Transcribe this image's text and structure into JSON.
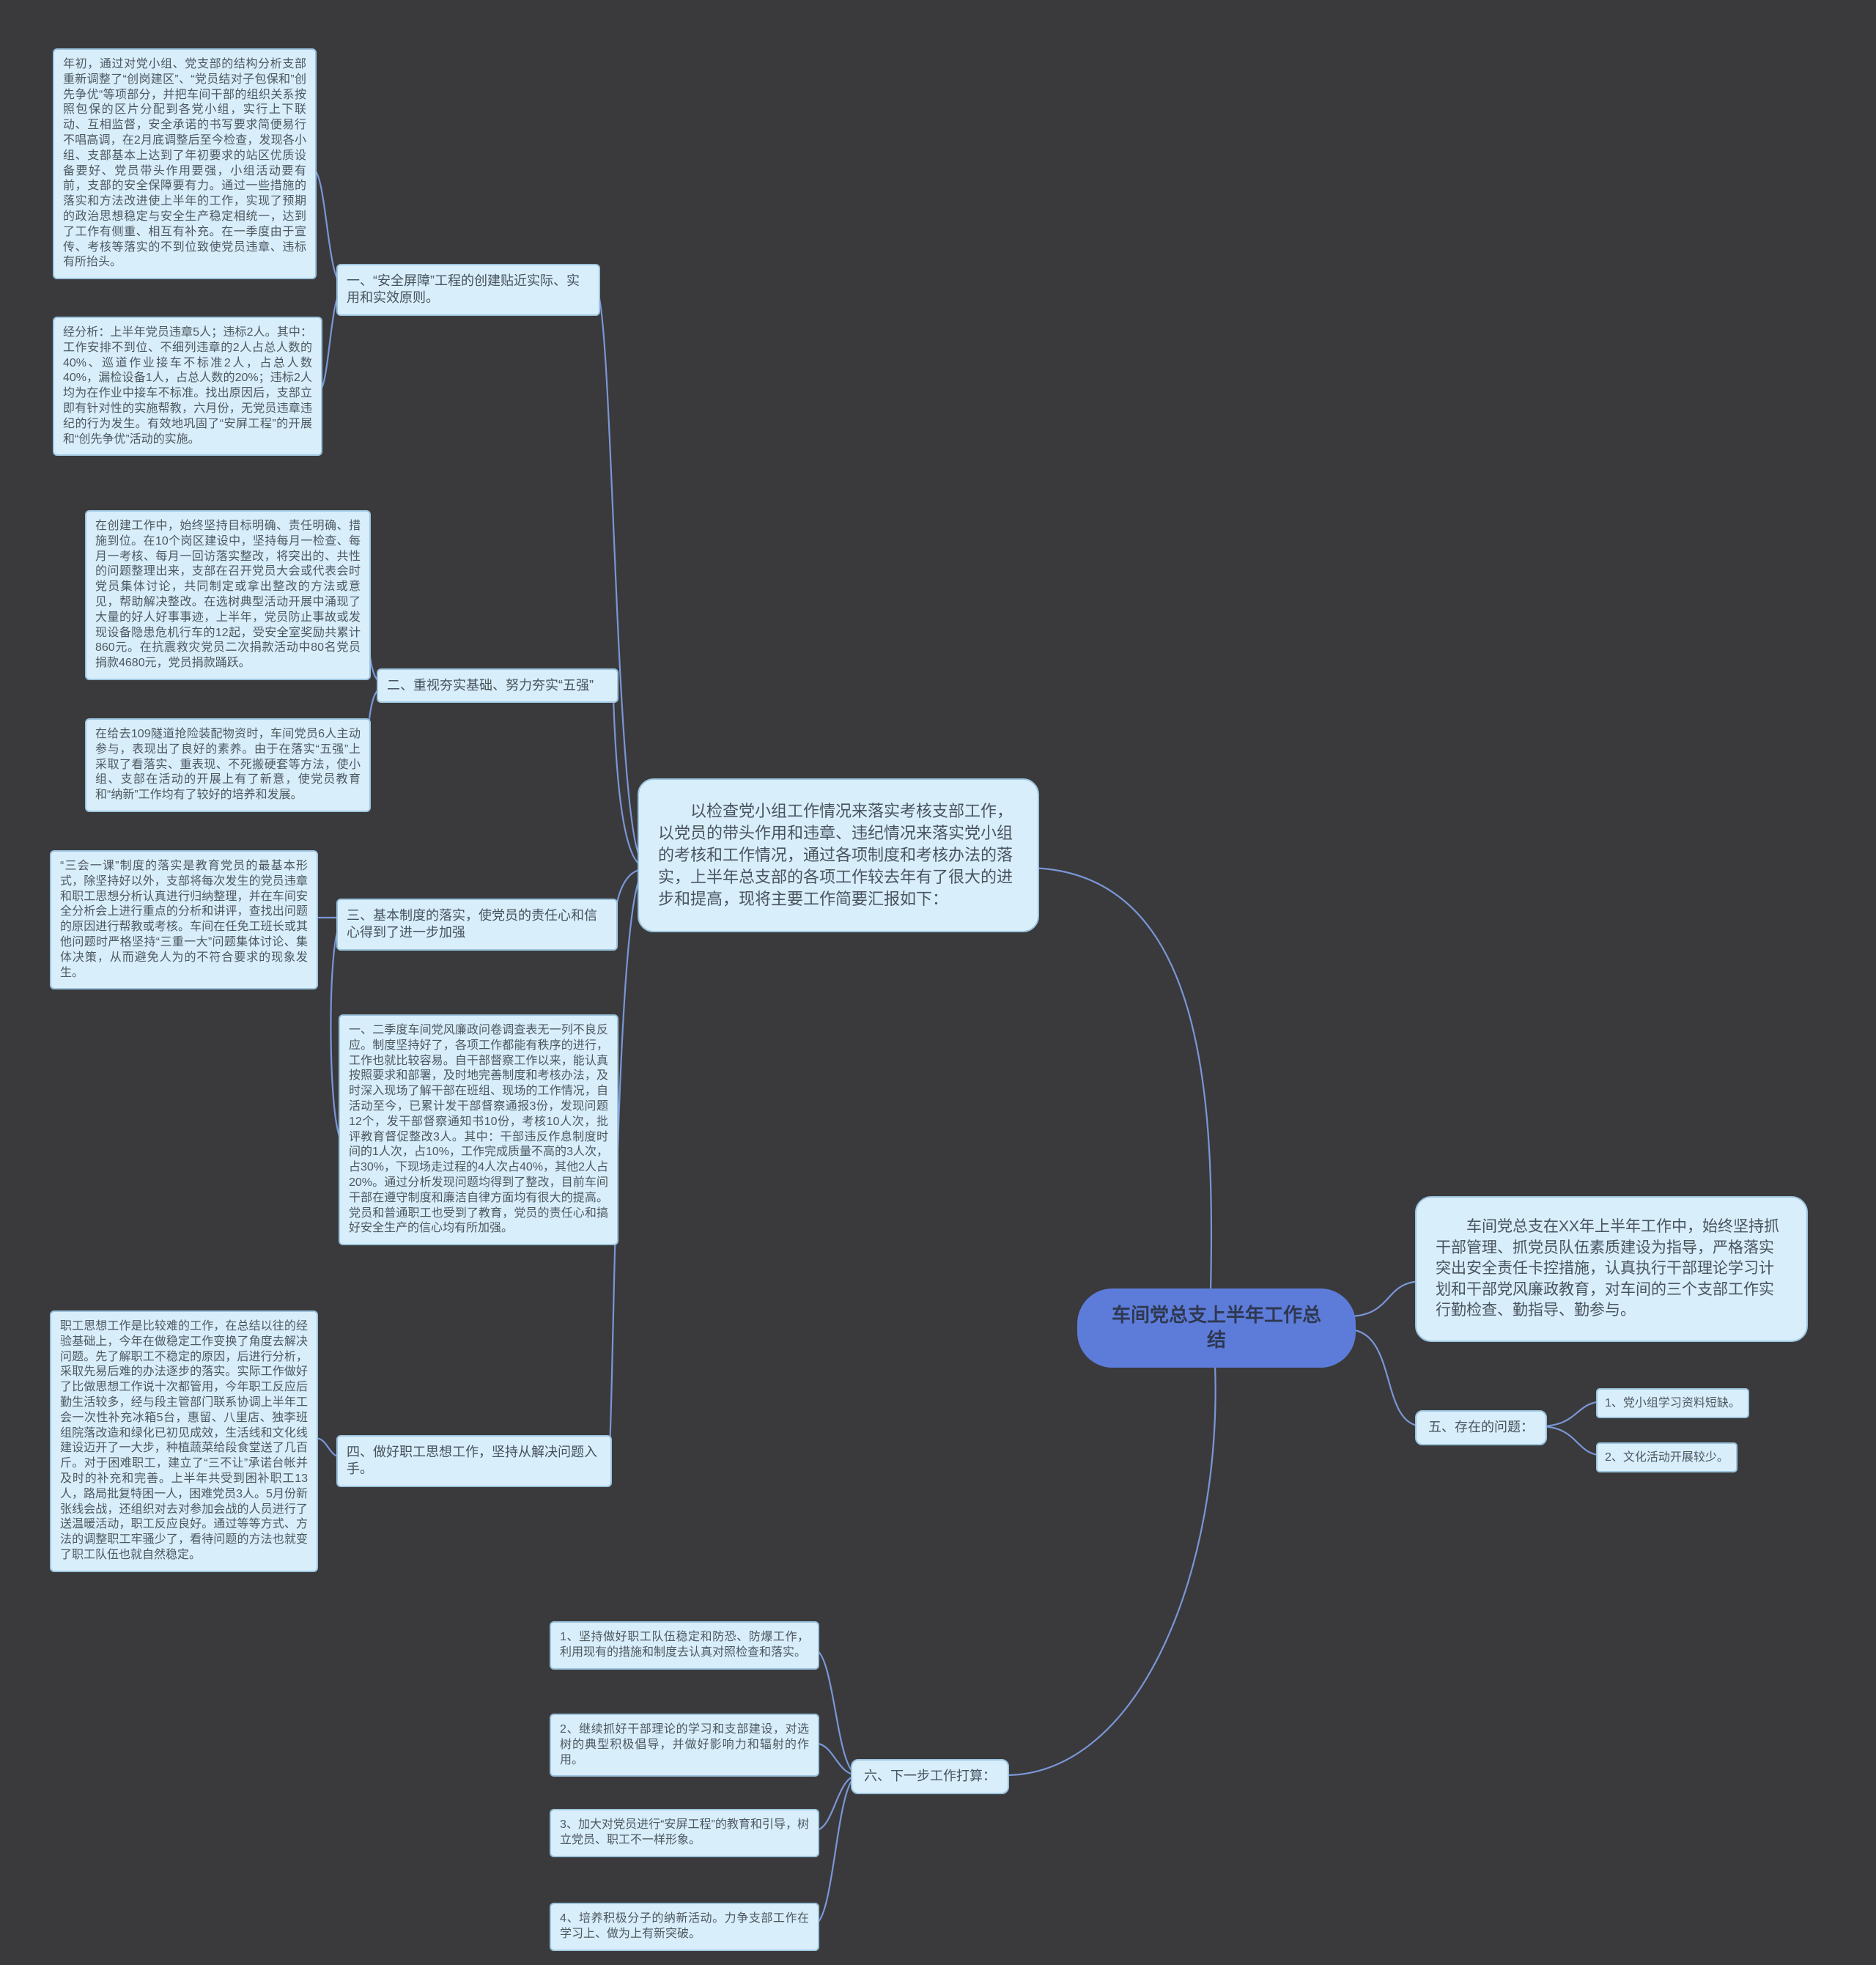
{
  "canvas": {
    "background": "#3a3a3c",
    "connector_color": "#7a96d6",
    "node_fill": "#d8eefb",
    "node_border": "#9cc4de",
    "central_fill": "#5d7cda"
  },
  "central": {
    "title": "车间党总支上半年工作总结"
  },
  "intro": {
    "text": "以检查党小组工作情况来落实考核支部工作，以党员的带头作用和违章、违纪情况来落实党小组的考核和工作情况，通过各项制度和考核办法的落实，上半年总支部的各项工作较去年有了很大的进步和提高，现将主要工作简要汇报如下："
  },
  "overview": {
    "text": "车间党总支在XX年上半年工作中，始终坚持抓干部管理、抓党员队伍素质建设为指导，严格落实突出安全责任卡控措施，认真执行干部理论学习计划和干部党风廉政教育，对车间的三个支部工作实行勤检查、勤指导、勤参与。"
  },
  "sections": [
    {
      "label": "一、“安全屏障”工程的创建贴近实际、实用和实效原则。",
      "children": [
        "年初，通过对党小组、党支部的结构分析支部重新调整了“创岗建区”、“党员结对子包保和”创先争优“等项部分，并把车间干部的组织关系按照包保的区片分配到各党小组，实行上下联动、互相监督，安全承诺的书写要求简便易行不唱高调，在2月底调整后至今检查，发现各小组、支部基本上达到了年初要求的站区优质设备要好、党员带头作用要强，小组活动要有前，支部的安全保障要有力。通过一些措施的落实和方法改进使上半年的工作，实现了预期的政治思想稳定与安全生产稳定相统一，达到了工作有侧重、相互有补充。在一季度由于宣传、考核等落实的不到位致使党员违章、违标有所抬头。",
        "经分析：上半年党员违章5人；违标2人。其中：工作安排不到位、不细列违章的2人占总人数的40%、巡道作业接车不标准2人，占总人数40%，漏检设备1人，占总人数的20%；违标2人均为在作业中接车不标准。找出原因后，支部立即有针对性的实施帮教，六月份，无党员违章违纪的行为发生。有效地巩固了“安屏工程”的开展和“创先争优”活动的实施。"
      ]
    },
    {
      "label": "二、重视夯实基础、努力夯实“五强”",
      "children": [
        "在创建工作中，始终坚持目标明确、责任明确、措施到位。在10个岗区建设中，坚持每月一检查、每月一考核、每月一回访落实整改，将突出的、共性的问题整理出来，支部在召开党员大会或代表会时党员集体讨论，共同制定或拿出整改的方法或意见，帮助解决整改。在选树典型活动开展中涌现了大量的好人好事事迹，上半年，党员防止事故或发现设备隐患危机行车的12起，受安全室奖励共累计860元。在抗震救灾党员二次捐款活动中80名党员捐款4680元，党员捐款踊跃。",
        "在给去109隧道抢险装配物资时，车间党员6人主动参与，表现出了良好的素养。由于在落实“五强”上采取了看落实、重表现、不死搬硬套等方法，使小组、支部在活动的开展上有了新意，使党员教育和“纳新”工作均有了较好的培养和发展。"
      ]
    },
    {
      "label": "三、基本制度的落实，使党员的责任心和信心得到了进一步加强",
      "children": [
        "“三会一课”制度的落实是教育党员的最基本形式，除坚持好以外，支部将每次发生的党员违章和职工思想分析认真进行归纳整理，并在车间安全分析会上进行重点的分析和讲评，查找出问题的原因进行帮教或考核。车间在任免工班长或其他问题时严格坚持“三重一大”问题集体讨论、集体决策，从而避免人为的不符合要求的现象发生。",
        "一、二季度车间党风廉政问卷调查表无一列不良反应。制度坚持好了，各项工作都能有秩序的进行，工作也就比较容易。自干部督察工作以来，能认真按照要求和部署，及时地完善制度和考核办法，及时深入现场了解干部在班组、现场的工作情况，自活动至今，已累计发干部督察通报3份，发现问题12个，发干部督察通知书10份，考核10人次，批评教育督促整改3人。其中：干部违反作息制度时间的1人次，占10%，工作完成质量不高的3人次，占30%，下现场走过程的4人次占40%，其他2人占20%。通过分析发现问题均得到了整改，目前车间干部在遵守制度和廉洁自律方面均有很大的提高。党员和普通职工也受到了教育，党员的责任心和搞好安全生产的信心均有所加强。"
      ]
    },
    {
      "label": "四、做好职工思想工作，坚持从解决问题入手。",
      "children": [
        "职工思想工作是比较难的工作，在总结以往的经验基础上，今年在做稳定工作变换了角度去解决问题。先了解职工不稳定的原因，后进行分析，采取先易后难的办法逐步的落实。实际工作做好了比做思想工作说十次都管用，今年职工反应后勤生活较多，经与段主管部门联系协调上半年工会一次性补充冰箱5台，惠留、八里店、独李班组院落改造和绿化已初见成效，生活线和文化线建设迈开了一大步，种植蔬菜给段食堂送了几百斤。对于困难职工，建立了“三不让”承诺台帐并及时的补充和完善。上半年共受到困补职工13人，路局批复特困一人，困难党员3人。5月份新张线会战，还组织对去对参加会战的人员进行了送温暖活动，职工反应良好。通过等等方式、方法的调整职工牢骚少了，看待问题的方法也就变了职工队伍也就自然稳定。"
      ]
    },
    {
      "label": "五、存在的问题：",
      "children": [
        "1、党小组学习资料短缺。",
        "2、文化活动开展较少。"
      ]
    },
    {
      "label": "六、下一步工作打算：",
      "children": [
        "1、坚持做好职工队伍稳定和防恐、防爆工作，利用现有的措施和制度去认真对照检查和落实。",
        "2、继续抓好干部理论的学习和支部建设，对选树的典型积极倡导，并做好影响力和辐射的作用。",
        "3、加大对党员进行“安屏工程”的教育和引导，树立党员、职工不一样形象。",
        "4、培养积极分子的纳新活动。力争支部工作在学习上、做为上有新突破。"
      ]
    }
  ]
}
